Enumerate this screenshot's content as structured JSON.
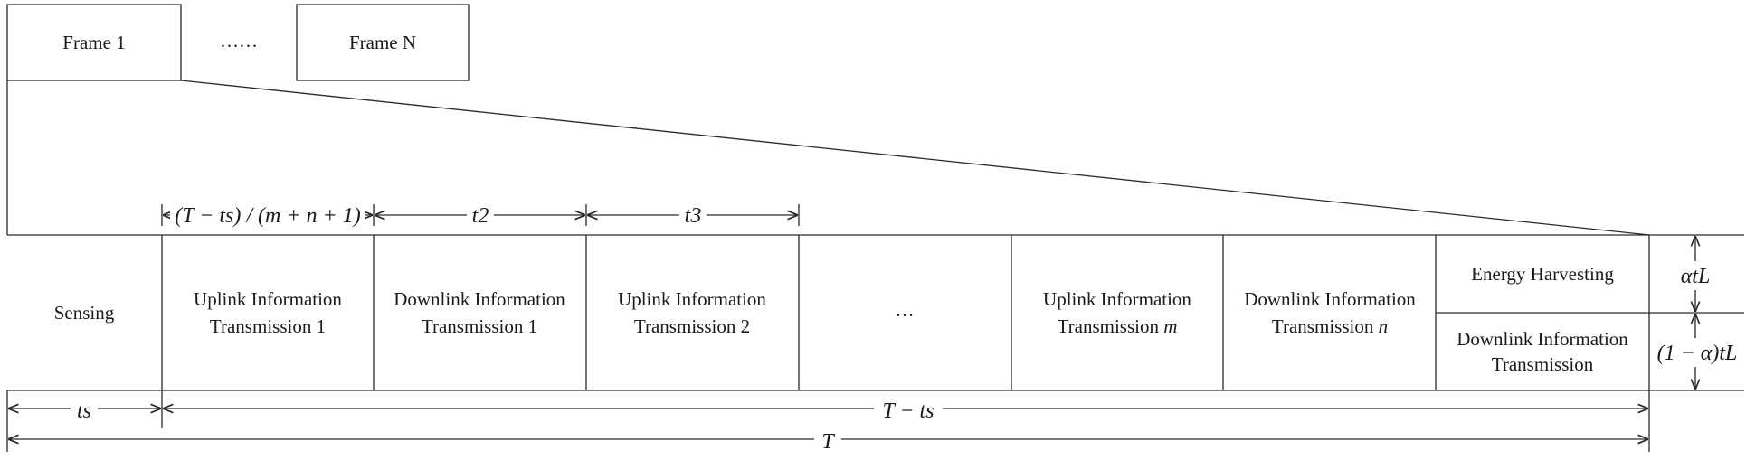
{
  "frames": {
    "frame1": "Frame 1",
    "dots": "……",
    "frameN": "Frame N"
  },
  "slots": {
    "sensing": "Sensing",
    "ul1_a": "Uplink Information",
    "ul1_b": "Transmission 1",
    "dl1_a": "Downlink Information",
    "dl1_b": "Transmission 1",
    "ul2_a": "Uplink Information",
    "ul2_b": "Transmission 2",
    "ellipsis": "…",
    "ulm_a": "Uplink Information",
    "ulm_b": "Transmission",
    "ulm_var": "m",
    "dln_a": "Downlink Information",
    "dln_b": "Transmission",
    "dln_var": "n",
    "eh": "Energy Harvesting",
    "dlx_a": "Downlink Information",
    "dlx_b": "Transmission"
  },
  "dims": {
    "slot_len": "(T − ts) / (m + n + 1)",
    "t2": "t2",
    "t3": "t3",
    "ts": "ts",
    "T_minus_ts": "T − ts",
    "T": "T",
    "alpha_tL": "αtL",
    "one_minus_alpha_tL": "(1 − α)tL"
  }
}
